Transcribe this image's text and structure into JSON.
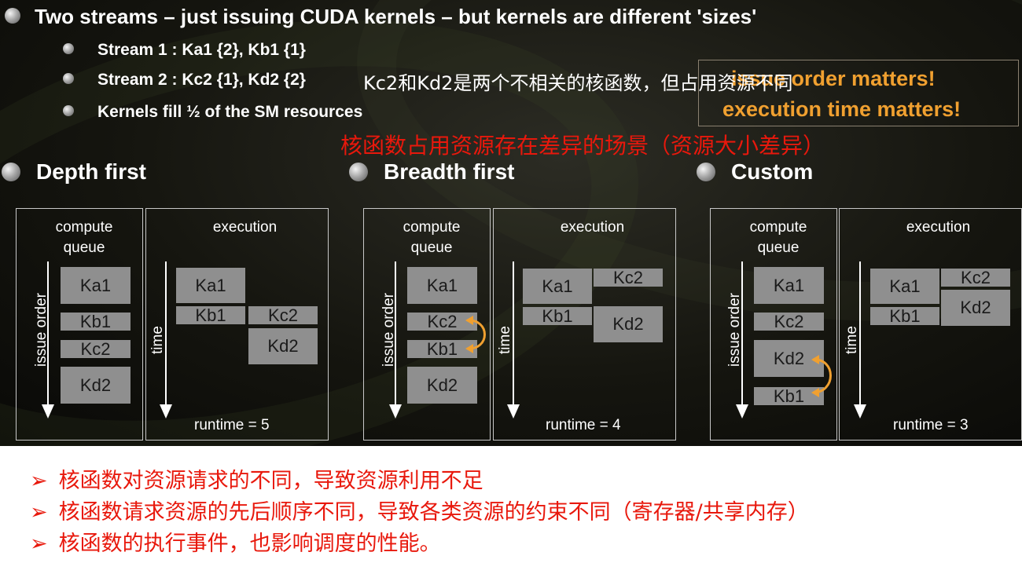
{
  "slide": {
    "title": "Two streams – just issuing CUDA kernels – but kernels are different 'sizes'",
    "bullets": [
      "Stream 1 : Ka1 {2}, Kb1 {1}",
      "Stream 2 : Kc2 {1}, Kd2 {2}",
      "Kernels fill ½ of the SM resources"
    ],
    "callout_line1": "issue order matters!",
    "callout_line2": "execution time matters!",
    "annotation_stream2": "Kc2和Kd2是两个不相关的核函数，但占用资源不同",
    "annotation_scenario": "核函数占用资源存在差异的场景（资源大小差异）"
  },
  "diagrams": [
    {
      "heading": "Depth first",
      "queue_title": "compute\nqueue",
      "exec_title": "execution",
      "issue_label": "issue order",
      "time_label": "time",
      "queue": [
        "Ka1",
        "Kb1",
        "Kc2",
        "Kd2"
      ],
      "exec": [
        "Ka1",
        "Kb1",
        "Kc2",
        "Kd2"
      ],
      "runtime": "runtime = 5"
    },
    {
      "heading": "Breadth first",
      "queue_title": "compute\nqueue",
      "exec_title": "execution",
      "issue_label": "issue order",
      "time_label": "time",
      "queue": [
        "Ka1",
        "Kc2",
        "Kb1",
        "Kd2"
      ],
      "exec": [
        "Ka1",
        "Kc2",
        "Kb1",
        "Kd2"
      ],
      "runtime": "runtime = 4"
    },
    {
      "heading": "Custom",
      "queue_title": "compute\nqueue",
      "exec_title": "execution",
      "issue_label": "issue order",
      "time_label": "time",
      "queue": [
        "Ka1",
        "Kc2",
        "Kd2",
        "Kb1"
      ],
      "exec": [
        "Ka1",
        "Kc2",
        "Kb1",
        "Kd2"
      ],
      "runtime": "runtime = 3"
    }
  ],
  "notes": {
    "marker": "➢",
    "items": [
      "核函数对资源请求的不同，导致资源利用不足",
      "核函数请求资源的先后顺序不同，导致各类资源的约束不同（寄存器/共享内存）",
      "核函数的执行事件，也影响调度的性能。"
    ]
  },
  "colors": {
    "kernel_box": "#8f8f8f",
    "accent_orange": "#f0a030",
    "annotation_red": "#e8180c"
  }
}
